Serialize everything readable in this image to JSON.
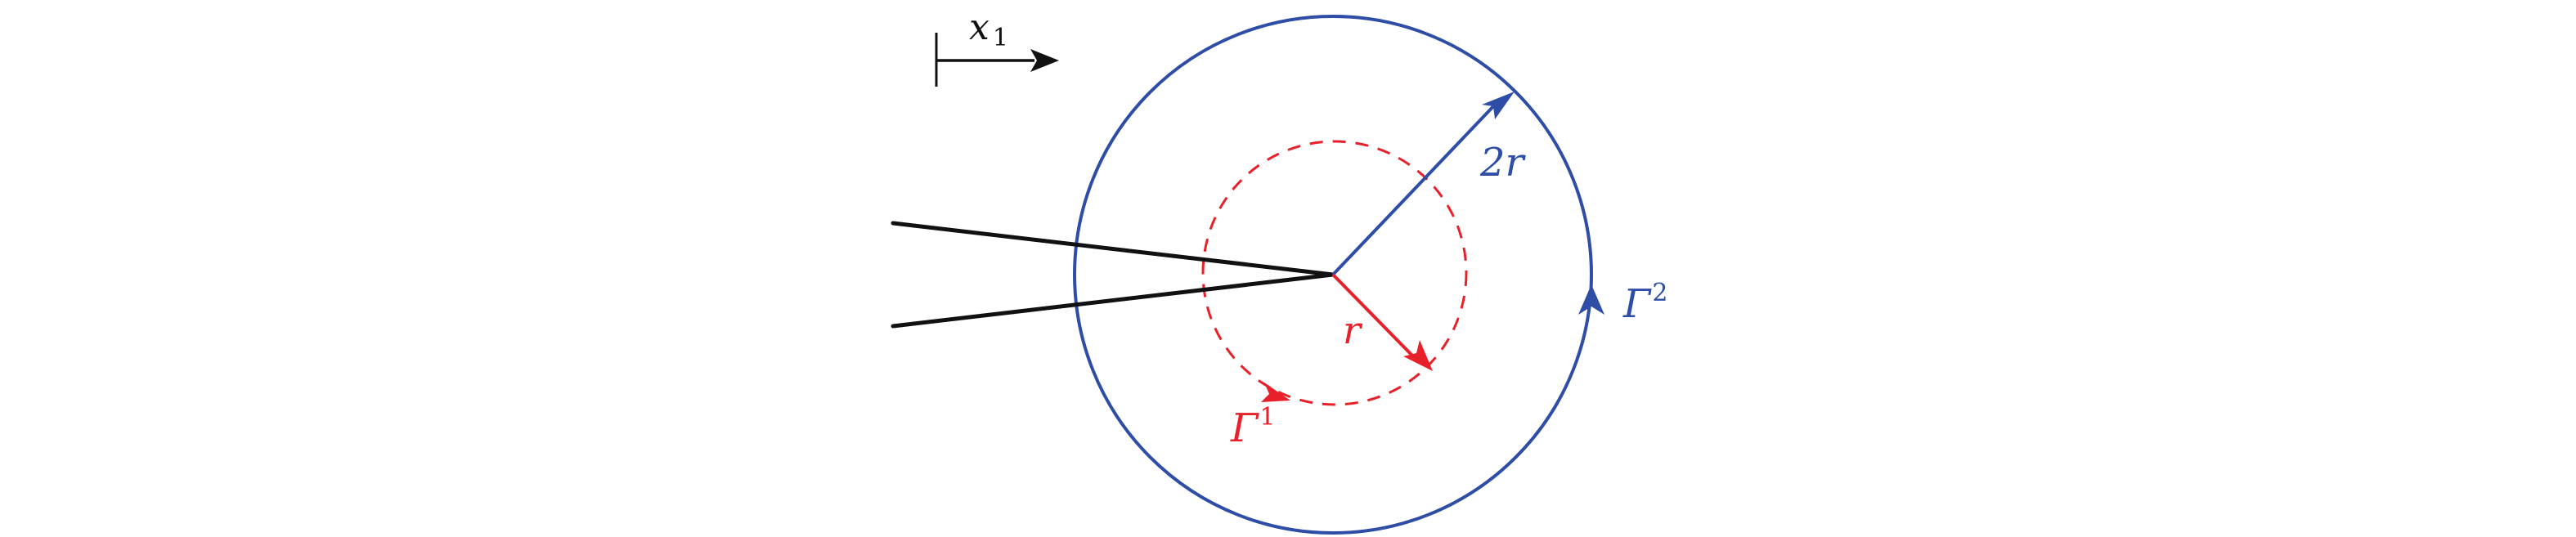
{
  "labels": {
    "x_axis": "x",
    "x_axis_sub": "1",
    "outer_radius": "2r",
    "inner_radius": "r",
    "outer_contour": "Γ",
    "outer_contour_sup": "2",
    "inner_contour": "Γ",
    "inner_contour_sup": "1"
  },
  "colors": {
    "outer": "#2e4da6",
    "inner": "#e8202a",
    "crack": "#111111"
  }
}
